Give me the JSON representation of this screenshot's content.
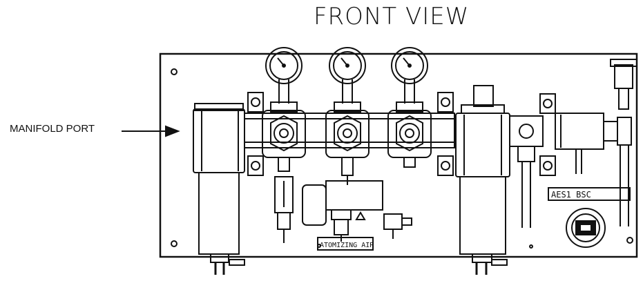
{
  "title": "FRONT VIEW",
  "labels": {
    "manifold_port": "MANIFOLD PORT",
    "atomizing_air": "ATOMIZING AIR",
    "unit_tag": "AES1  BSC"
  },
  "icons": [
    "arrow-right-icon",
    "pressure-gauge-icon",
    "mounting-hole-icon"
  ],
  "colors": {
    "line": "#111111",
    "background": "#ffffff"
  }
}
